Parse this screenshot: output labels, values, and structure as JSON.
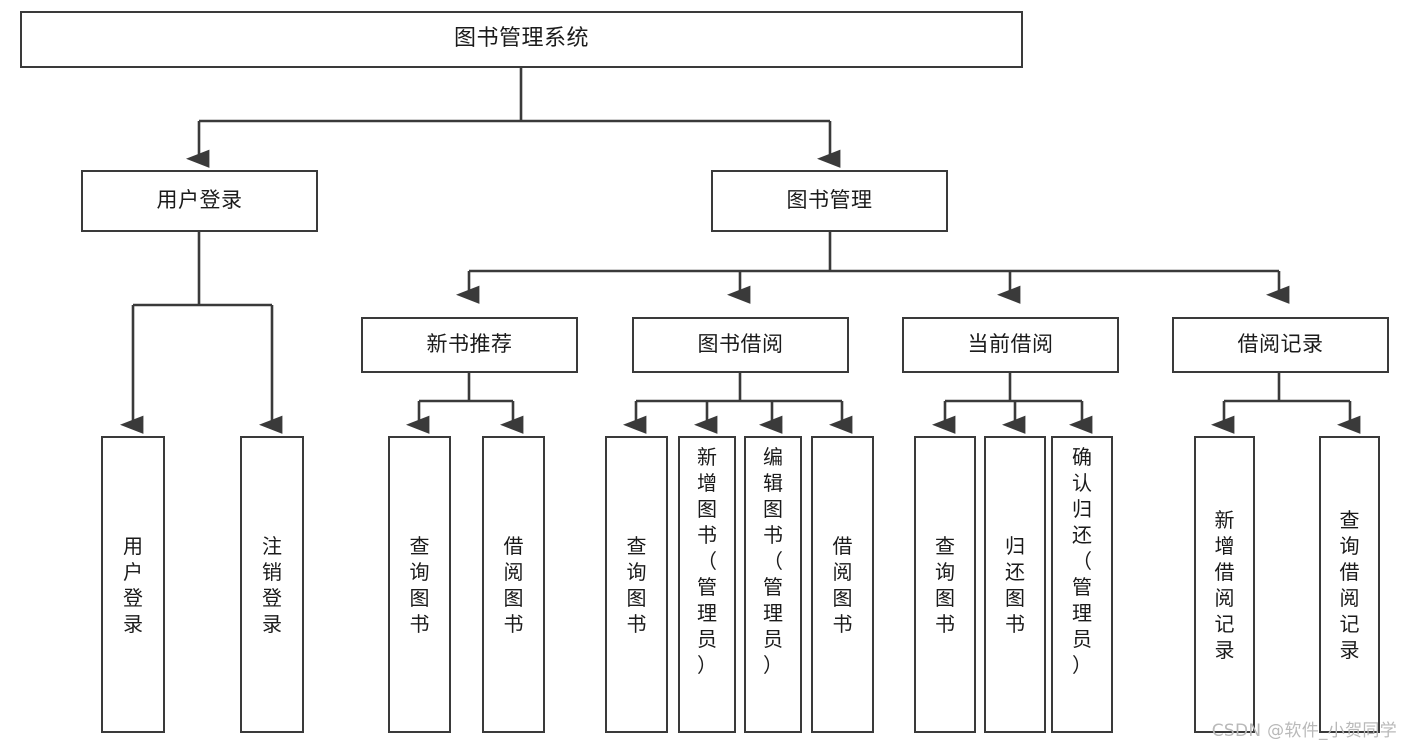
{
  "diagram": {
    "title": "图书管理系统",
    "type": "hierarchy-tree",
    "orientation": "top-down",
    "colors": {
      "stroke": "#3a3a3a",
      "fill": "#ffffff",
      "text": "#1b1b1b",
      "watermark": "#b9b9b9"
    },
    "levels": {
      "root": {
        "label": "图书管理系统"
      },
      "level2": [
        {
          "id": "user-login",
          "label": "用户登录"
        },
        {
          "id": "book-manage",
          "label": "图书管理"
        }
      ],
      "level3": [
        {
          "id": "new-book-recommend",
          "label": "新书推荐"
        },
        {
          "id": "book-borrow",
          "label": "图书借阅"
        },
        {
          "id": "current-borrow",
          "label": "当前借阅"
        },
        {
          "id": "borrow-record",
          "label": "借阅记录"
        }
      ],
      "leaves": [
        {
          "id": "leaf-user-login",
          "label": "用户登录",
          "parent": "user-login"
        },
        {
          "id": "leaf-logout-login",
          "label": "注销登录",
          "parent": "user-login"
        },
        {
          "id": "leaf-query-book-1",
          "label": "查询图书",
          "parent": "new-book-recommend"
        },
        {
          "id": "leaf-borrow-book-1",
          "label": "借阅图书",
          "parent": "new-book-recommend"
        },
        {
          "id": "leaf-query-book-2",
          "label": "查询图书",
          "parent": "book-borrow"
        },
        {
          "id": "leaf-add-book",
          "label": "新增图书（管理员）",
          "parent": "book-borrow"
        },
        {
          "id": "leaf-edit-book",
          "label": "编辑图书（管理员）",
          "parent": "book-borrow"
        },
        {
          "id": "leaf-borrow-book-2",
          "label": "借阅图书",
          "parent": "book-borrow"
        },
        {
          "id": "leaf-query-book-3",
          "label": "查询图书",
          "parent": "current-borrow"
        },
        {
          "id": "leaf-return-book",
          "label": "归还图书",
          "parent": "current-borrow"
        },
        {
          "id": "leaf-confirm-return",
          "label": "确认归还（管理员）",
          "parent": "current-borrow"
        },
        {
          "id": "leaf-add-record",
          "label": "新增借阅记录",
          "parent": "borrow-record"
        },
        {
          "id": "leaf-query-record",
          "label": "查询借阅记录",
          "parent": "borrow-record"
        }
      ]
    },
    "watermark": "CSDN @软件_小贺同学"
  }
}
